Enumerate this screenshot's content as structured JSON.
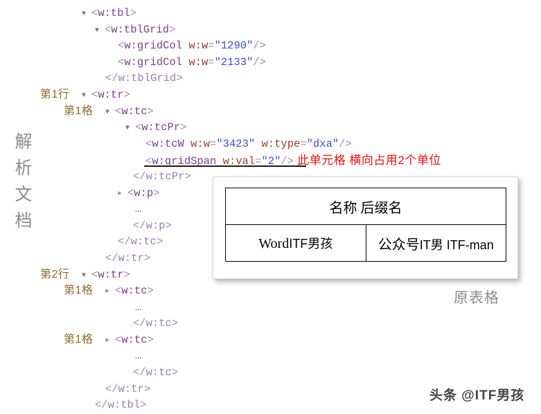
{
  "side_label": "解析\n文\n档",
  "side_label_chars": "解析文档",
  "colors": {
    "tag": "#7a3f8f",
    "attribute": "#9c3b2e",
    "value": "#3b4fd8",
    "row_label": "#8a6d2b",
    "annotation_red": "#ee1111",
    "muted_gray": "#8c8c8c"
  },
  "annotation": {
    "gridspan_note": "此单元格 横向占用2个单位"
  },
  "xml": {
    "lines": [
      {
        "indent": 118,
        "marker": "expanded",
        "label": "",
        "tag": "<w:tbl>"
      },
      {
        "indent": 137,
        "marker": "expanded",
        "label": "",
        "tag": "<w:tblGrid>"
      },
      {
        "indent": 170,
        "marker": "none",
        "label": "",
        "tag": "<w:gridCol w:w=\"1290\"/>"
      },
      {
        "indent": 170,
        "marker": "none",
        "label": "",
        "tag": "<w:gridCol w:w=\"2133\"/>"
      },
      {
        "indent": 152,
        "marker": "none",
        "label": "",
        "tag": "</w:tblGrid>"
      },
      {
        "indent": 118,
        "marker": "expanded",
        "label": "第1行",
        "tag": "<w:tr>"
      },
      {
        "indent": 152,
        "marker": "expanded",
        "label": "第1格",
        "tag": "<w:tc>"
      },
      {
        "indent": 181,
        "marker": "expanded",
        "label": "",
        "tag": "<w:tcPr>"
      },
      {
        "indent": 210,
        "marker": "none",
        "label": "",
        "tag": "<w:tcW w:w=\"3423\" w:type=\"dxa\"/>"
      },
      {
        "indent": 210,
        "marker": "none",
        "label": "",
        "tag": "<w:gridSpan w:val=\"2\"/>"
      },
      {
        "indent": 192,
        "marker": "none",
        "label": "",
        "tag": "</w:tcPr>"
      },
      {
        "indent": 170,
        "marker": "collapsed",
        "label": "",
        "tag": "<w:p>"
      },
      {
        "indent": 195,
        "marker": "none",
        "label": "",
        "tag": "..."
      },
      {
        "indent": 192,
        "marker": "none",
        "label": "",
        "tag": "</w:p>"
      },
      {
        "indent": 170,
        "marker": "none",
        "label": "",
        "tag": "</w:tc>"
      },
      {
        "indent": 152,
        "marker": "none",
        "label": "",
        "tag": "</w:tr>"
      },
      {
        "indent": 118,
        "marker": "expanded",
        "label": "第2行",
        "tag": "<w:tr>"
      },
      {
        "indent": 152,
        "marker": "collapsed",
        "label": "第1格",
        "tag": "<w:tc>"
      },
      {
        "indent": 195,
        "marker": "none",
        "label": "",
        "tag": "..."
      },
      {
        "indent": 192,
        "marker": "none",
        "label": "",
        "tag": "</w:tc>"
      },
      {
        "indent": 152,
        "marker": "collapsed",
        "label": "第1格",
        "tag": "<w:tc>"
      },
      {
        "indent": 195,
        "marker": "none",
        "label": "",
        "tag": "..."
      },
      {
        "indent": 192,
        "marker": "none",
        "label": "",
        "tag": "</w:tc>"
      },
      {
        "indent": 152,
        "marker": "none",
        "label": "",
        "tag": "</w:tr>"
      },
      {
        "indent": 137,
        "marker": "none",
        "label": "",
        "tag": "</w:tbl>"
      }
    ]
  },
  "original_table": {
    "caption": "原表格",
    "header_cell": "名称 后缀名",
    "rows": [
      {
        "cells": [
          {
            "serif_part": "Word",
            "sans_part": "ITF男孩"
          },
          {
            "serif_part": "公众号",
            "sans_part": "IT男 ITF-man"
          }
        ]
      }
    ]
  },
  "watermark": "头条 @ITF男孩"
}
